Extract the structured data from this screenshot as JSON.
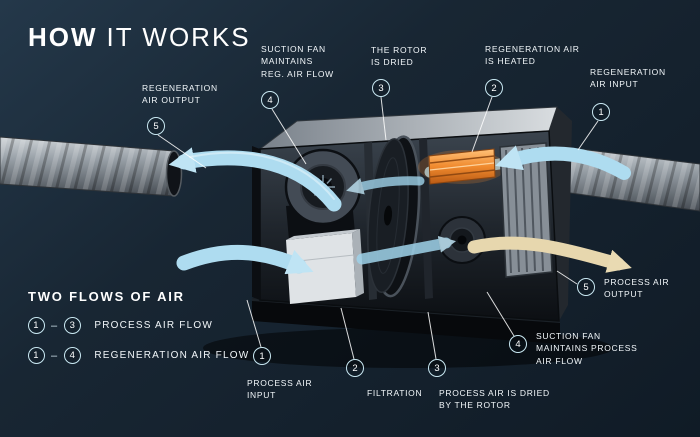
{
  "title": {
    "strong": "HOW",
    "rest": "IT WORKS"
  },
  "legend": {
    "title": "TWO FLOWS OF AIR",
    "rows": [
      {
        "from": "1",
        "dash": "–",
        "to": "3",
        "label": "PROCESS AIR FLOW"
      },
      {
        "from": "1",
        "dash": "–",
        "to": "4",
        "label": "REGENERATION AIR FLOW"
      }
    ]
  },
  "callouts": [
    {
      "num": "5",
      "label": "REGENERATION\nAIR OUTPUT"
    },
    {
      "num": "4",
      "label": "SUCTION FAN\nMAINTAINS\nREG. AIR FLOW"
    },
    {
      "num": "3",
      "label": "THE ROTOR\nIS DRIED"
    },
    {
      "num": "2",
      "label": "REGENERATION AIR\nIS HEATED"
    },
    {
      "num": "1",
      "label": "REGENERATION\nAIR INPUT"
    },
    {
      "num": "1",
      "label": "PROCESS AIR\nINPUT"
    },
    {
      "num": "2",
      "label": "FILTRATION"
    },
    {
      "num": "3",
      "label": "PROCESS AIR IS DRIED\nBY THE ROTOR"
    },
    {
      "num": "4",
      "label": "SUCTION FAN\nMAINTAINS PROCESS\nAIR FLOW"
    },
    {
      "num": "5",
      "label": "PROCESS AIR\nOUTPUT"
    }
  ],
  "colors": {
    "background": "#17242F",
    "text": "#FFFFFF",
    "badge_ring": "#C9E8F2",
    "flow_air_blue": "#AEDCF0",
    "flow_process_output": "#E7D7AE",
    "heater_orange": "#F08A2E"
  }
}
